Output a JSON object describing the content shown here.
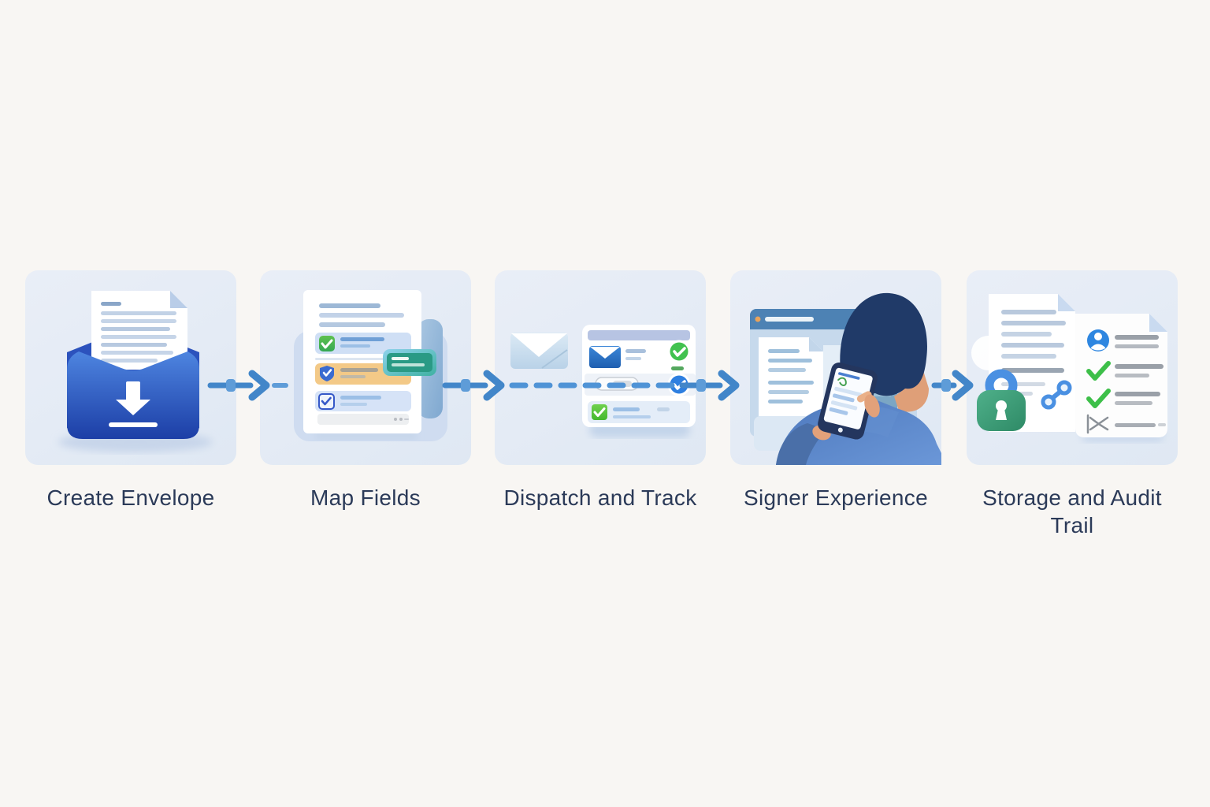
{
  "diagram": {
    "type": "workflow",
    "direction": "left-to-right",
    "steps": [
      {
        "label": "Create Envelope",
        "icon": "inbox-download-icon"
      },
      {
        "label": "Map Fields",
        "icon": "form-fields-document-icon"
      },
      {
        "label": "Dispatch and Track",
        "icon": "email-tracking-icon"
      },
      {
        "label": "Signer Experience",
        "icon": "signer-tablet-icon"
      },
      {
        "label": "Storage and Audit Trail",
        "icon": "lock-audit-trail-icon"
      }
    ],
    "connector": {
      "style": "dashed-arrow",
      "color": "#4286c9"
    },
    "colors": {
      "page_background": "#f8f6f3",
      "card_background": "#e7edf6",
      "connector_blue": "#4286c9",
      "label_text": "#2b3a58",
      "deep_blue": "#1c3ea6",
      "success_green": "#3fbf4e",
      "highlight_amber": "#f3c987",
      "tooltip_teal": "#2a9a85",
      "lock_green": "#3fa883",
      "lock_shackle_blue": "#4a90e2"
    }
  }
}
